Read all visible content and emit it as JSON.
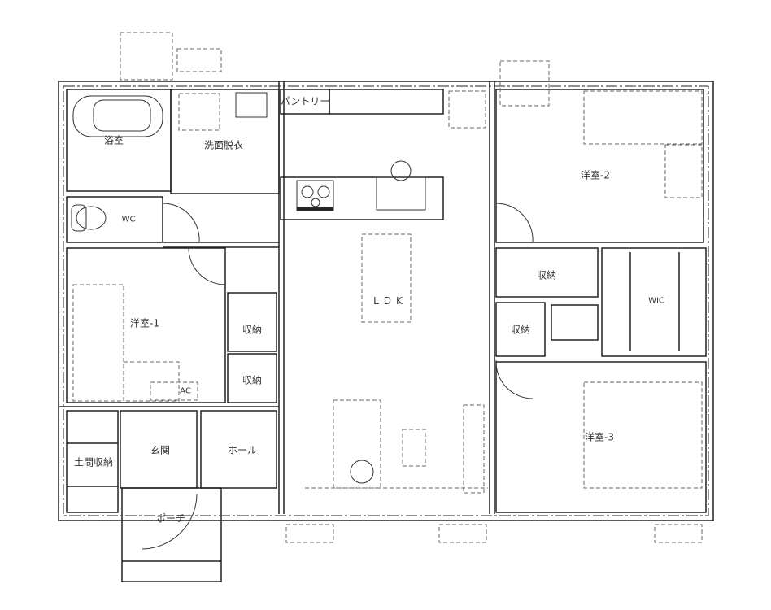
{
  "rooms": {
    "bath": "浴室",
    "washroom": "洗面脱衣",
    "pantry": "パントリー",
    "wc": "WC",
    "room1": "洋室-1",
    "storage_l1": "収納",
    "storage_l2": "収納",
    "ac": "AC",
    "ldk": "LDK",
    "room2": "洋室-2",
    "storage_r1": "収納",
    "storage_r2": "収納",
    "wic": "WIC",
    "room3": "洋室-3",
    "doma_storage": "土間収納",
    "entrance": "玄関",
    "hall": "ホール",
    "porch": "ポーチ"
  },
  "colors": {
    "wall": "#222222",
    "furniture": "#555555"
  }
}
